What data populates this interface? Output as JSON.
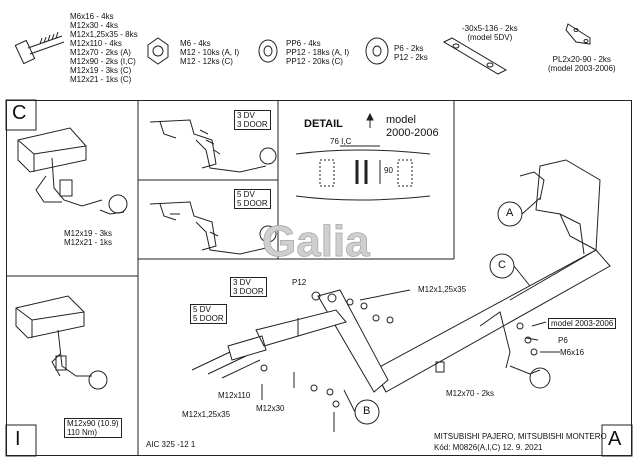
{
  "parts": {
    "bolts": [
      "M6x16 - 4ks",
      "M12x30 - 4ks",
      "M12x1,25x35 - 8ks",
      "M12x110 - 4ks",
      "M12x70 - 2ks (A)",
      "M12x90 - 2ks (I,C)",
      "M12x19 - 3ks (C)",
      "M12x21 - 1ks (C)"
    ],
    "nuts": [
      "M6 - 4ks",
      "M12 - 10ks (A, I)",
      "M12 - 12ks (C)"
    ],
    "washers": [
      "PP6 - 4ks",
      "PP12 - 18ks (A, I)",
      "PP12 - 20ks (C)"
    ],
    "spacers": [
      "P6 - 2ks",
      "P12 - 2ks"
    ],
    "plate": [
      "-30x5-136 - 2ks",
      "(model 5DV)"
    ],
    "bracket": [
      "PL2x20-90 - 2ks",
      "(model 2003-2006)"
    ]
  },
  "panel_c": {
    "letter": "C",
    "labels": [
      "M12x19 - 3ks",
      "M12x21 - 1ks"
    ]
  },
  "panel_i": {
    "letter": "I",
    "labels": [
      "M12x90 (10.9)",
      "110 Nm)"
    ]
  },
  "detail": {
    "title": "DETAIL",
    "model_line1": "model",
    "model_line2": "2000-2006",
    "dim_width": "76 I,C",
    "dim_height": "90"
  },
  "door_labels": {
    "three": [
      "3 DV",
      "3 DOOR"
    ],
    "five": [
      "5 DV",
      "5 DOOR"
    ]
  },
  "watermark": "Galia",
  "main": {
    "callouts": {
      "a": "A",
      "b": "B",
      "c": "C"
    },
    "labels": {
      "p12": "P12",
      "m12x125x35_top": "M12x1,25x35",
      "model_2003": "model 2003-2006",
      "p6": "P6",
      "m6x16": "M6x16",
      "m12x110": "M12x110",
      "m12x30": "M12x30",
      "m12x125x35_bottom": "M12x1,25x35",
      "m12x70": "M12x70 - 2ks",
      "three_dv": "3 DV",
      "three_door": "3 DOOR",
      "five_dv": "5 DV",
      "five_door": "5 DOOR"
    }
  },
  "footer": {
    "code": "AIC 325 -12 1",
    "vehicle": "MITSUBISHI PAJERO, MITSUBISHI MONTERO",
    "kod": "Kód: M0826(A,I,C)   12. 9. 2021",
    "letter": "A"
  }
}
